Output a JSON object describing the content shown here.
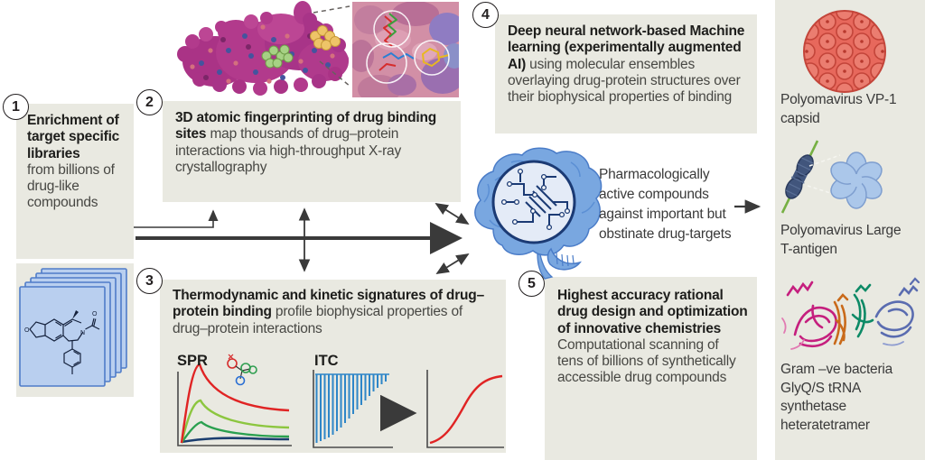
{
  "figure": {
    "steps": [
      {
        "number": "1",
        "bold": "Enrichment of target specific libraries",
        "rest": "from billions of drug-like compounds"
      },
      {
        "number": "2",
        "bold": "3D atomic fingerprinting of drug binding sites",
        "rest": "map thousands of drug–protein interactions via high-throughput X-ray crystallography"
      },
      {
        "number": "3",
        "bold": "Thermodynamic and kinetic signatures of drug–protein binding",
        "rest": "profile biophysical properties of drug–protein interactions"
      },
      {
        "number": "4",
        "bold": "Deep neural network-based Machine learning (experimentally augmented AI)",
        "rest": "using molecular ensembles overlaying drug-protein structures over their biophysical properties of binding"
      },
      {
        "number": "5",
        "bold": "Highest accuracy rational drug design and optimization of innovative chemistries",
        "rest": "Computational scanning of tens of billions of synthetically accessible drug compounds"
      }
    ],
    "assays": {
      "spr_label": "SPR",
      "itc_label": "ITC"
    },
    "ai_output_caption": "Pharmacologically active compounds against important but obstinate drug-targets",
    "targets": [
      {
        "label": "Polyomavirus VP-1 capsid"
      },
      {
        "label": "Polyomavirus Large T-antigen"
      },
      {
        "label": "Gram –ve bacteria GlyQ/S tRNA synthetase heteratetramer"
      }
    ],
    "colors": {
      "panel_bg": "#e9e9e1",
      "text": "#231f20",
      "arrow": "#3a3a3a",
      "library_card_blue": "#b9cfef",
      "brain_blue": "#79a7e0",
      "circuit_navy": "#1b3a74",
      "capsid_red": "#e7685c",
      "t_antigen_blue": "#abc7ea",
      "spr_red": "#e02424",
      "spr_green": "#8cc63f",
      "itc_blue": "#2e86c8",
      "ribbon_magenta": "#c51f7e",
      "ribbon_orange": "#c96a1a",
      "ribbon_teal": "#0d8a66",
      "ribbon_blue": "#5a6cb0"
    }
  }
}
